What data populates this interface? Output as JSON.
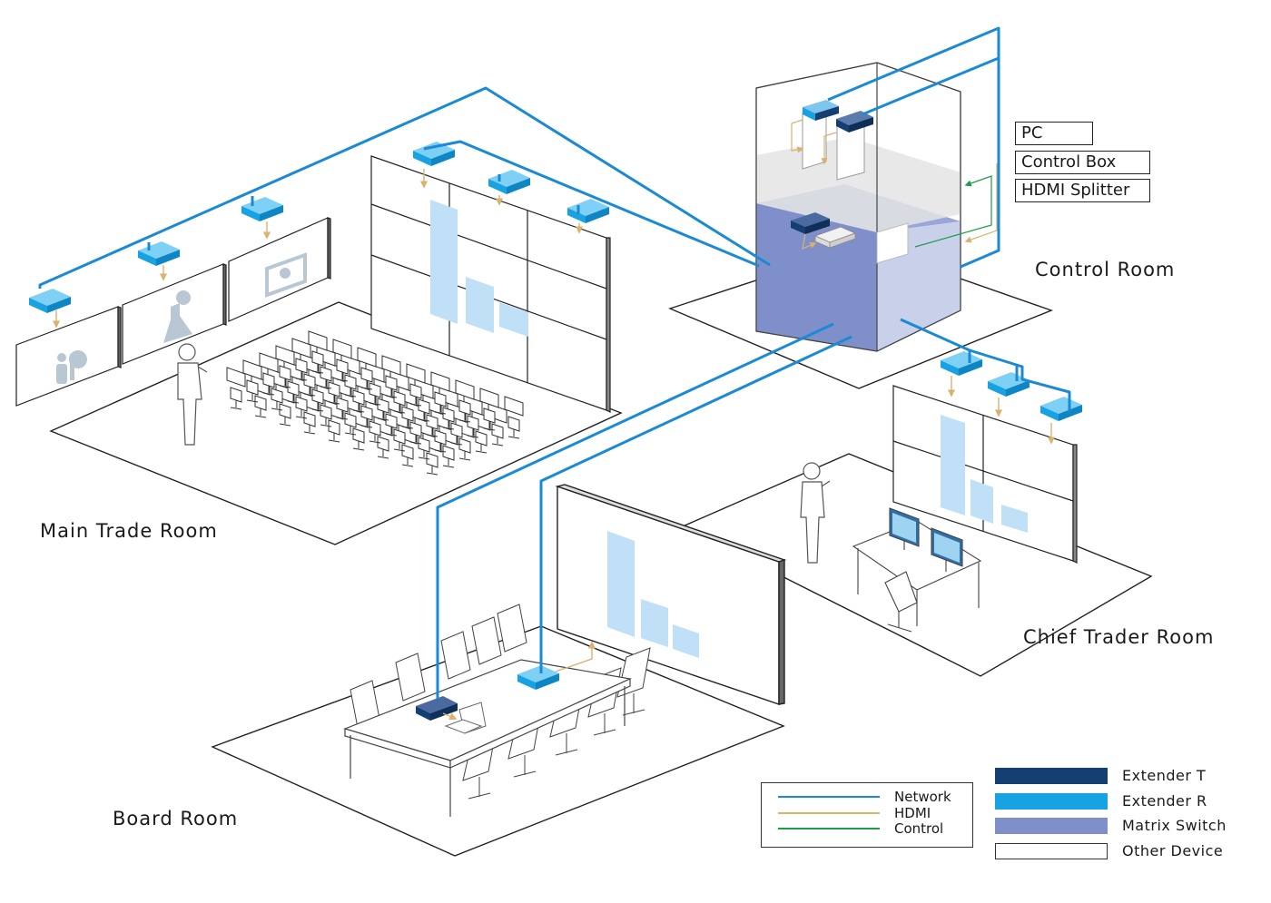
{
  "rooms": {
    "main_trade": "Main Trade Room",
    "control": "Control Room",
    "chief_trader": "Chief Trader Room",
    "board": "Board Room"
  },
  "rack_labels": {
    "pc": "PC",
    "control_box": "Control Box",
    "hdmi_splitter": "HDMI Splitter"
  },
  "line_legend": [
    {
      "label": "Network",
      "color": "#1a8ad4"
    },
    {
      "label": "HDMI",
      "color": "#d9b26f"
    },
    {
      "label": "Control",
      "color": "#1f9a4a"
    }
  ],
  "device_legend": [
    {
      "label": "Extender T",
      "color": "#153f73"
    },
    {
      "label": "Extender R",
      "color": "#17a2e3"
    },
    {
      "label": "Matrix Switch",
      "color": "#7f8fc9"
    },
    {
      "label": "Other Device",
      "color": "#ffffff"
    }
  ],
  "colors": {
    "network": "#1a8ad4",
    "hdmi": "#d9b26f",
    "control": "#1f9a4a",
    "extender_t": "#153f73",
    "extender_r": "#17a2e3",
    "matrix_switch": "#7f8fc9",
    "screen_bar": "#bfe0f7",
    "icon_grey": "#b9c6d3"
  }
}
